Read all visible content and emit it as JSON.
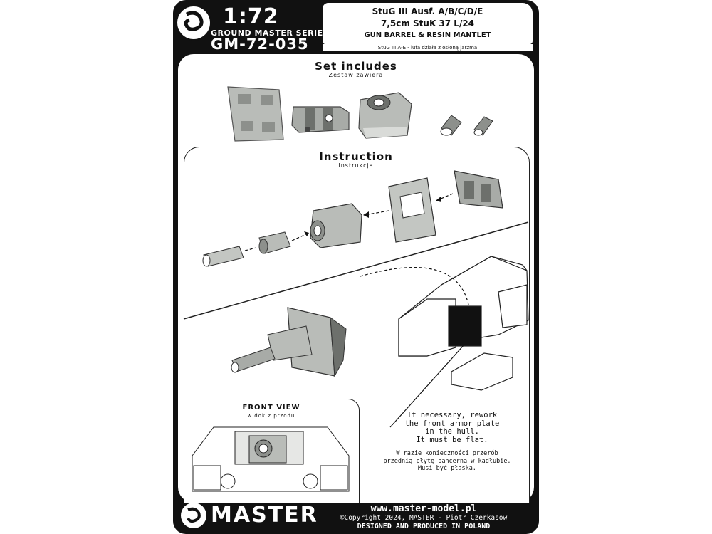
{
  "header": {
    "scale": "1:72",
    "series": "GROUND MASTER SERIES",
    "code": "GM-72-035",
    "model": "StuG III Ausf. A/B/C/D/E",
    "gun": "7,5cm StuK 37 L/24",
    "content": "gun barrel & resin mantlet",
    "polish": "StuG III A-E - lufa działa z osłoną jarzma"
  },
  "set_includes": {
    "title": "Set includes",
    "subtitle": "Zestaw zawiera"
  },
  "instruction": {
    "title": "Instruction",
    "subtitle": "Instrukcja"
  },
  "front_view": {
    "title": "FRONT VIEW",
    "subtitle": "widok z przodu"
  },
  "note": {
    "en": [
      "If necessary, rework",
      "the front armor plate",
      "in the hull.",
      "It must be flat."
    ],
    "pl": [
      "W razie konieczności przerób",
      "przednią płytę pancerną w kadłubie.",
      "Musi być płaska."
    ]
  },
  "footer": {
    "logo": "MASTER",
    "website": "www.master-model.pl",
    "copyright": "©Copyright 2024, MASTER - Piotr Czerkasow",
    "made": "DESIGNED AND PRODUCED IN POLAND"
  },
  "colors": {
    "frame": "#111111",
    "paper": "#ffffff",
    "part_gray": "#b9bcb8",
    "part_dark": "#6d706c"
  }
}
